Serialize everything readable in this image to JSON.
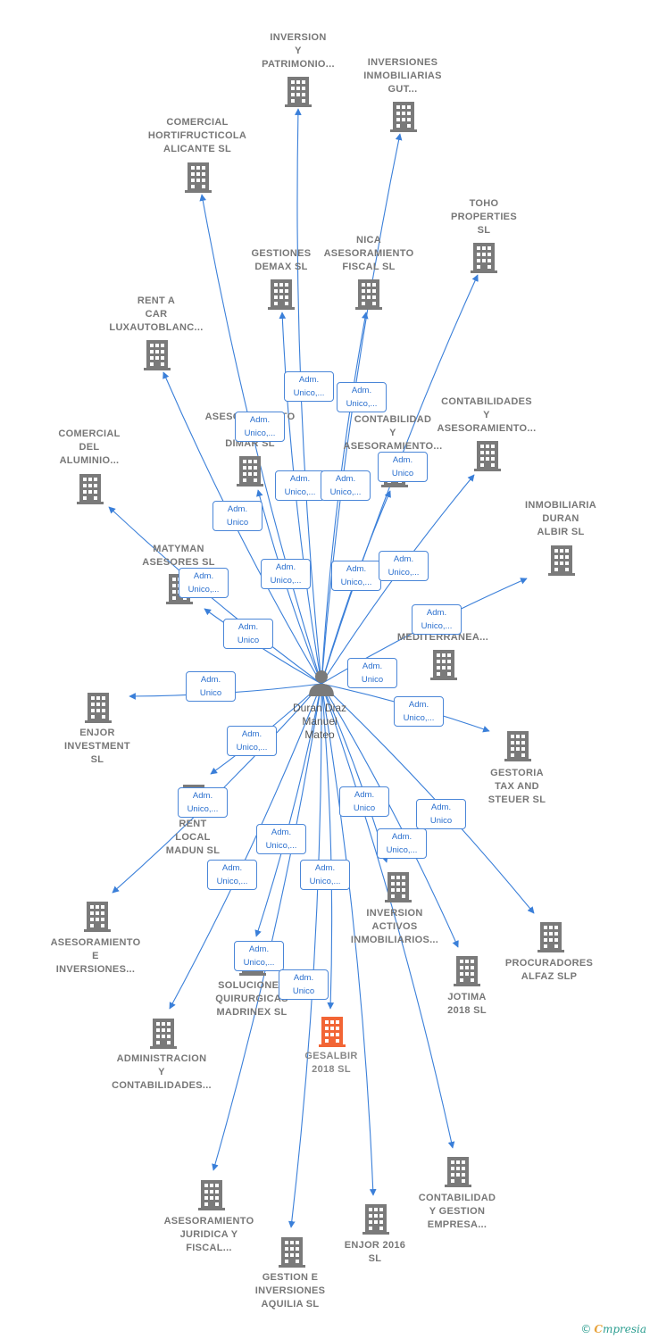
{
  "colors": {
    "edge": "#3a7fd9",
    "building": "#7a7a7a",
    "focus_building": "#f26535",
    "person": "#7a7a7a"
  },
  "center": {
    "name": "Duran Diaz\nManuel\nMateo",
    "icon": "person-icon"
  },
  "focus_company": "GESALBIR\n2018  SL",
  "companies": [
    {
      "id": "inversion-y-patrimonio",
      "name": "INVERSION\nY\nPATRIMONIO..."
    },
    {
      "id": "inversiones-inmobiliarias-gut",
      "name": "INVERSIONES\nINMOBILIARIAS\nGUT..."
    },
    {
      "id": "comercial-hortifructicola",
      "name": "COMERCIAL\nHORTIFRUCTICOLA\nALICANTE  SL"
    },
    {
      "id": "toho-properties",
      "name": "TOHO\nPROPERTIES\nSL"
    },
    {
      "id": "gestiones-demax",
      "name": "GESTIONES\nDEMAX  SL"
    },
    {
      "id": "nica-asesoramiento",
      "name": "NICA\nASESORAMIENTO\nFISCAL  SL"
    },
    {
      "id": "rent-a-car",
      "name": "RENT A\nCAR\nLUXAUTOBLANC..."
    },
    {
      "id": "contabilidades-asesoramiento",
      "name": "CONTABILIDADES\nY\nASESORAMIENTO..."
    },
    {
      "id": "asesoramiento-dimar",
      "name": "ASESORAMIENTO\nY C...\nDIMAR  SL"
    },
    {
      "id": "contabilidad-asesoramiento",
      "name": "CONTABILIDAD\nY\nASESORAMIENTO..."
    },
    {
      "id": "comercial-aluminio",
      "name": "COMERCIAL\nDEL\nALUMINIO..."
    },
    {
      "id": "inmobiliaria-duran-albir",
      "name": "INMOBILIARIA\nDURAN\nALBIR  SL"
    },
    {
      "id": "matyman-asesores",
      "name": "MATYMAN\nASESORES  SL"
    },
    {
      "id": "mediterranea",
      "name": "...A\n...AS\nMEDITERRANEA..."
    },
    {
      "id": "enjor-investment",
      "name": "ENJOR\nINVESTMENT\nSL"
    },
    {
      "id": "gestoria-tax",
      "name": "GESTORIA\nTAX AND\nSTEUER SL"
    },
    {
      "id": "rent-local-madun",
      "name": "RENT\nLOCAL\nMADUN  SL"
    },
    {
      "id": "asesoramiento-inversiones",
      "name": "ASESORAMIENTO\nE\nINVERSIONES..."
    },
    {
      "id": "inversion-activos",
      "name": "INVERSION\nACTIVOS\nINMOBILIARIOS..."
    },
    {
      "id": "procuradores-alfaz",
      "name": "PROCURADORES\nALFAZ SLP"
    },
    {
      "id": "jotima-2018",
      "name": "JOTIMA\n2018  SL"
    },
    {
      "id": "soluciones-quirurgicas",
      "name": "SOLUCIONES\nQUIRURGICAS\nMADRINEX  SL"
    },
    {
      "id": "administracion-contabilidades",
      "name": "ADMINISTRACION\nY\nCONTABILIDADES..."
    },
    {
      "id": "contabilidad-gestion",
      "name": "CONTABILIDAD\nY GESTION\nEMPRESA..."
    },
    {
      "id": "asesoramiento-juridica",
      "name": "ASESORAMIENTO\nJURIDICA Y\nFISCAL..."
    },
    {
      "id": "enjor-2016",
      "name": "ENJOR 2016\nSL"
    },
    {
      "id": "gestion-inversiones-aquilia",
      "name": "GESTION E\nINVERSIONES\nAQUILIA  SL"
    }
  ],
  "edge_labels": [
    "Adm.\nUnico,...",
    "Adm.\nUnico,...",
    "Adm.\nUnico,...",
    "Adm.\nUnico",
    "Adm.\nUnico,...",
    "Adm.\nUnico,...",
    "Adm.\nUnico",
    "Adm.\nUnico,...",
    "Adm.\nUnico,...",
    "Adm.\nUnico,...",
    "Adm.\nUnico,...",
    "Adm.\nUnico",
    "Adm.\nUnico,...",
    "Adm.\nUnico",
    "Adm.\nUnico",
    "Adm.\nUnico,...",
    "Adm.\nUnico,...",
    "Adm.\nUnico,...",
    "Adm.\nUnico",
    "Adm.\nUnico,...",
    "Adm.\nUnico,...",
    "Adm.\nUnico,...",
    "Adm.\nUnico,...",
    "Adm.\nUnico",
    "Adm.\nUnico,...",
    "Adm.\nUnico"
  ],
  "footer": {
    "copyright": "©",
    "brand_first": "C",
    "brand_rest": "mpresia"
  }
}
